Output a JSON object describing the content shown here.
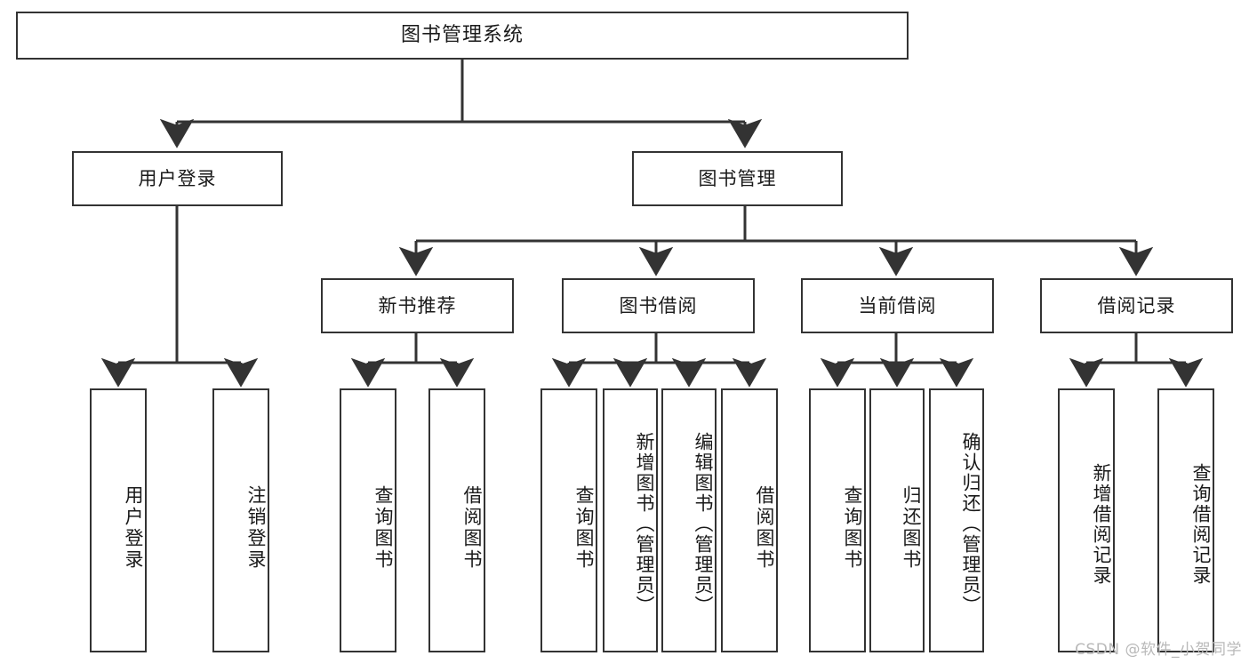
{
  "diagram": {
    "type": "tree-hierarchy",
    "title": "图书管理系统",
    "watermark": "CSDN @软件_小贺同学",
    "colors": {
      "border": "#333333",
      "background": "#ffffff",
      "text": "#1a1a1a",
      "watermark": "#b9b9b9"
    },
    "nodes": {
      "root": {
        "label": "图书管理系统",
        "level": 1
      },
      "l2": [
        {
          "id": "user-login",
          "label": "用户登录",
          "level": 2
        },
        {
          "id": "book-manage",
          "label": "图书管理",
          "level": 2
        }
      ],
      "l3": [
        {
          "id": "new-book-rec",
          "label": "新书推荐",
          "level": 3,
          "parent": "book-manage"
        },
        {
          "id": "book-borrow",
          "label": "图书借阅",
          "level": 3,
          "parent": "book-manage"
        },
        {
          "id": "current-borrow",
          "label": "当前借阅",
          "level": 3,
          "parent": "book-manage"
        },
        {
          "id": "borrow-record",
          "label": "借阅记录",
          "level": 3,
          "parent": "book-manage"
        }
      ],
      "leaves": [
        {
          "id": "leaf-user-login",
          "label": "用户登录",
          "parent": "user-login"
        },
        {
          "id": "leaf-user-logout",
          "label": "注销登录",
          "parent": "user-login"
        },
        {
          "id": "leaf-query-book-1",
          "label": "查询图书",
          "parent": "new-book-rec"
        },
        {
          "id": "leaf-borrow-book-1",
          "label": "借阅图书",
          "parent": "new-book-rec"
        },
        {
          "id": "leaf-query-book-2",
          "label": "查询图书",
          "parent": "book-borrow"
        },
        {
          "id": "leaf-add-book",
          "label": "新增图书（管理员）",
          "parent": "book-borrow"
        },
        {
          "id": "leaf-edit-book",
          "label": "编辑图书（管理员）",
          "parent": "book-borrow"
        },
        {
          "id": "leaf-borrow-book-2",
          "label": "借阅图书",
          "parent": "book-borrow"
        },
        {
          "id": "leaf-query-book-3",
          "label": "查询图书",
          "parent": "current-borrow"
        },
        {
          "id": "leaf-return-book",
          "label": "归还图书",
          "parent": "current-borrow"
        },
        {
          "id": "leaf-confirm-return",
          "label": "确认归还（管理员）",
          "parent": "current-borrow"
        },
        {
          "id": "leaf-add-record",
          "label": "新增借阅记录",
          "parent": "borrow-record"
        },
        {
          "id": "leaf-query-record",
          "label": "查询借阅记录",
          "parent": "borrow-record"
        }
      ]
    }
  }
}
